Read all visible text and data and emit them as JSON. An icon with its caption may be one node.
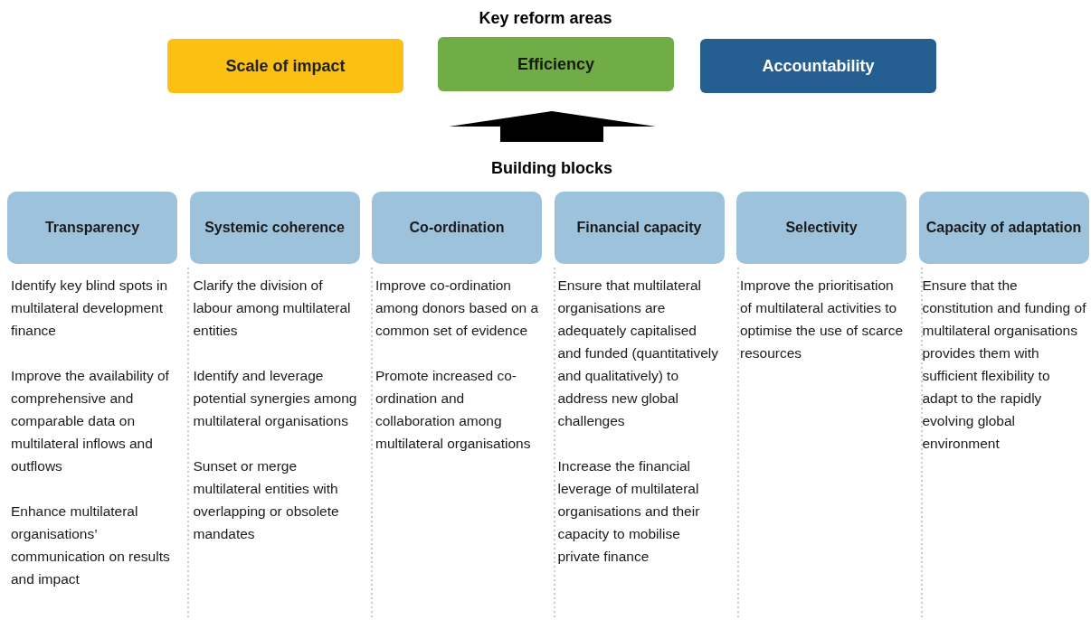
{
  "diagram": {
    "title": "Key reform areas",
    "nodes": [
      {
        "text": [
          "Scale of impact"
        ]
      },
      {
        "text": [
          "Efficiency"
        ]
      },
      {
        "text": [
          "Accountability"
        ]
      },
      {
        "text": [
          "Transparency"
        ],
        "beside": [
          "Identify key blind spots in multilateral development finance",
          "Improve the availability of comprehensive and comparable data on multilateral inflows and outflows",
          "Enhance multilateral organisations’ communication on results and impact"
        ]
      },
      {
        "text": [
          "Systemic coherence"
        ],
        "beside": [
          "Clarify the division of labour among multilateral entities",
          "Identify and leverage potential synergies among multilateral organisations",
          "Sunset or merge multilateral entities with overlapping or obsolete mandates"
        ]
      },
      {
        "text": [
          "Co-ordination"
        ],
        "beside": [
          "Improve co-ordination among donors based on a common set of evidence",
          "Promote increased co-ordination and collaboration among multilateral organisations"
        ]
      },
      {
        "text": [
          "Financial capacity"
        ],
        "beside": [
          "Ensure that multilateral organisations are adequately capitalised and funded (quantitatively and qualitatively) to address new global challenges",
          "Increase the financial leverage of multilateral organisations and their capacity to mobilise private finance"
        ]
      },
      {
        "text": [
          "Selectivity"
        ],
        "beside": [
          "Improve the prioritisation of multilateral activities to optimise the use of scarce resources"
        ]
      },
      {
        "text": [
          "Capacity of adaptation"
        ],
        "beside": [
          "Ensure that the constitution and funding of multilateral organisations provides them with sufficient flexibility to adapt to the rapidly evolving global environment"
        ]
      }
    ],
    "labels": [
      "Building blocks"
    ]
  }
}
